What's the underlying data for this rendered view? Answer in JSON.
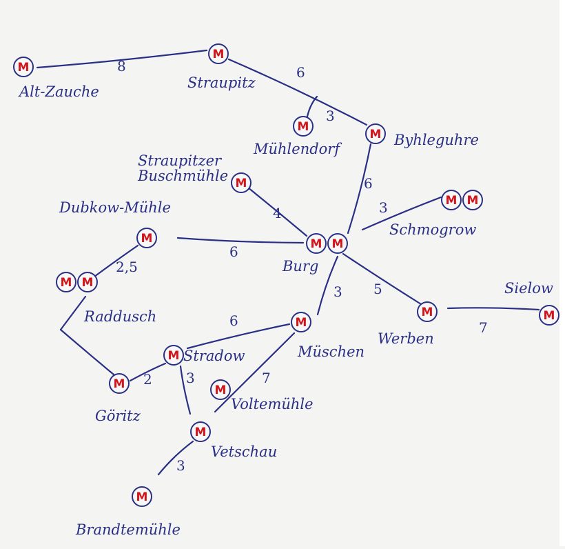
{
  "mill_glyph": "M",
  "colors": {
    "ink": "#2a2f86",
    "mill": "#d3141b",
    "paper": "#f4f4f2"
  },
  "nodes": [
    {
      "id": "alt-zauche",
      "label": "Alt-Zauche",
      "mills": 1
    },
    {
      "id": "straupitz",
      "label": "Straupitz",
      "mills": 1
    },
    {
      "id": "muehlendorf",
      "label": "Mühlendorf",
      "mills": 1
    },
    {
      "id": "byhleguhre",
      "label": "Byhleguhre",
      "mills": 1
    },
    {
      "id": "straupitzer-buschmuehle",
      "label_lines": [
        "Straupitzer",
        "Buschmühle"
      ],
      "mills": 1
    },
    {
      "id": "dubkow-muehle",
      "label": "Dubkow-Mühle",
      "mills": 1
    },
    {
      "id": "burg",
      "label": "Burg",
      "mills": 2
    },
    {
      "id": "schmogrow",
      "label": "Schmogrow",
      "mills": 2
    },
    {
      "id": "raddusch",
      "label": "Raddusch",
      "mills": 2
    },
    {
      "id": "werben",
      "label": "Werben",
      "mills": 1
    },
    {
      "id": "sielow",
      "label": "Sielow",
      "mills": 1
    },
    {
      "id": "stradow",
      "label": "Stradow",
      "mills": 1
    },
    {
      "id": "muschen",
      "label": "Müschen",
      "mills": 1
    },
    {
      "id": "goeritz",
      "label": "Göritz",
      "mills": 1
    },
    {
      "id": "voltenmuehle",
      "label": "Voltemühle",
      "mills": 1
    },
    {
      "id": "vetschau",
      "label": "Vetschau",
      "mills": 1
    },
    {
      "id": "brandtemuehle",
      "label": "Brandtemühle",
      "mills": 1
    }
  ],
  "edges": [
    {
      "from": "alt-zauche",
      "to": "straupitz",
      "weight": "8"
    },
    {
      "from": "straupitz",
      "to": "byhleguhre",
      "weight": "6"
    },
    {
      "from": "straupitz",
      "to": "muehlendorf",
      "weight": "3"
    },
    {
      "from": "byhleguhre",
      "to": "burg",
      "weight": "6"
    },
    {
      "from": "straupitzer-buschmuehle",
      "to": "burg",
      "weight": "4"
    },
    {
      "from": "burg",
      "to": "schmogrow",
      "weight": "3"
    },
    {
      "from": "dubkow-muehle",
      "to": "burg",
      "weight": "6"
    },
    {
      "from": "dubkow-muehle",
      "to": "raddusch",
      "weight": "2,5"
    },
    {
      "from": "burg",
      "to": "muschen",
      "weight": "3"
    },
    {
      "from": "burg",
      "to": "werben",
      "weight": "5"
    },
    {
      "from": "werben",
      "to": "sielow",
      "weight": "7"
    },
    {
      "from": "stradow",
      "to": "muschen",
      "weight": "6"
    },
    {
      "from": "muschen",
      "to": "vetschau",
      "weight": "7"
    },
    {
      "from": "stradow",
      "to": "goeritz",
      "weight": "2"
    },
    {
      "from": "stradow",
      "to": "vetschau",
      "weight": "3"
    },
    {
      "from": "raddusch",
      "to": "goeritz",
      "weight": ""
    },
    {
      "from": "vetschau",
      "to": "brandtemuehle",
      "weight": "3"
    }
  ]
}
